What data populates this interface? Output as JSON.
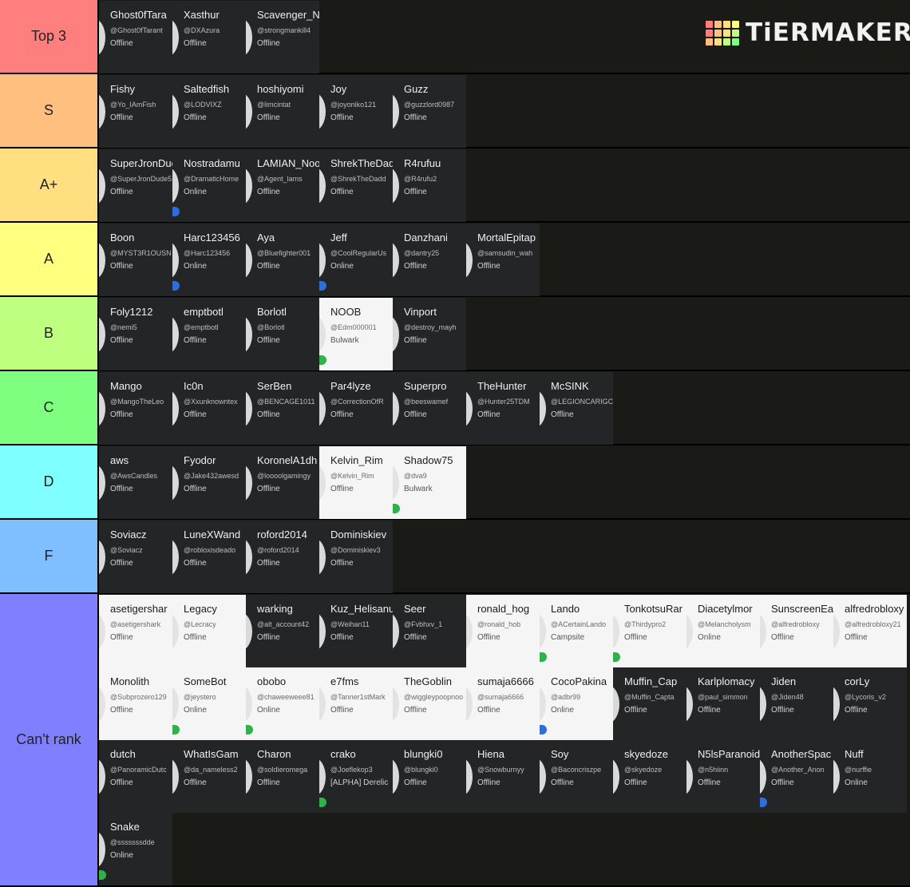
{
  "app": {
    "logo_text": "TiERMAKER",
    "logo_grid_colors": [
      "#ff7f7f",
      "#ffbf7f",
      "#ffdf7f",
      "#ffff7f",
      "#ff7f7f",
      "#ffbf7f",
      "#ffdf7f",
      "#bfff7f",
      "#ffbf7f",
      "#ffdf7f",
      "#bfff7f",
      "#7fff7f"
    ]
  },
  "tiers": [
    {
      "label": "Top 3",
      "color": "#ff7f7f",
      "items": [
        {
          "name": "Ghost0fTara",
          "handle": "@Ghost0fTarant",
          "status": "Offline"
        },
        {
          "name": "Xasthur",
          "handle": "@DXAzura",
          "status": "Offline"
        },
        {
          "name": "Scavenger_N",
          "handle": "@strongmankill4",
          "status": "Offline"
        }
      ]
    },
    {
      "label": "S",
      "color": "#ffbf7f",
      "items": [
        {
          "name": "Fishy",
          "handle": "@Yo_IAmFish",
          "status": "Offline"
        },
        {
          "name": "Saltedfish",
          "handle": "@LODVIXZ",
          "status": "Offline"
        },
        {
          "name": "hoshiyomi",
          "handle": "@limcintat",
          "status": "Offline"
        },
        {
          "name": "Joy",
          "handle": "@joyoniko121",
          "status": "Offline"
        },
        {
          "name": "Guzz",
          "handle": "@guzzlord0987",
          "status": "Offline"
        }
      ]
    },
    {
      "label": "A+",
      "color": "#ffdf7f",
      "items": [
        {
          "name": "SuperJronDud",
          "handle": "@SuperJronDude5",
          "status": "Offline"
        },
        {
          "name": "Nostradamu",
          "handle": "@DramaticHome",
          "status": "Online",
          "dot": "blue"
        },
        {
          "name": "LAMIAN_Noo",
          "handle": "@Agent_lams",
          "status": "Offline"
        },
        {
          "name": "ShrekTheDad",
          "handle": "@ShrekTheDadd",
          "status": "Offline"
        },
        {
          "name": "R4rufuu",
          "handle": "@R4rufu2",
          "status": "Offline"
        }
      ]
    },
    {
      "label": "A",
      "color": "#ffff7f",
      "items": [
        {
          "name": "Boon",
          "handle": "@MYST3R1OUSN",
          "status": "Offline"
        },
        {
          "name": "Harc123456",
          "handle": "@Harc123456",
          "status": "Online",
          "dot": "blue"
        },
        {
          "name": "Aya",
          "handle": "@Bluefighter001",
          "status": "Offline"
        },
        {
          "name": "Jeff",
          "handle": "@CoolRegularUs",
          "status": "Online",
          "dot": "blue"
        },
        {
          "name": "Danzhani",
          "handle": "@dantry25",
          "status": "Offline"
        },
        {
          "name": "MortalEpitap",
          "handle": "@samsudin_wah",
          "status": "Offline"
        }
      ]
    },
    {
      "label": "B",
      "color": "#bfff7f",
      "items": [
        {
          "name": "Foly1212",
          "handle": "@nemi5",
          "status": "Offline"
        },
        {
          "name": "emptbotl",
          "handle": "@emptbotl",
          "status": "Offline"
        },
        {
          "name": "Borlotl",
          "handle": "@Borlotl",
          "status": "Offline"
        },
        {
          "name": "NOOB",
          "handle": "@Edm000001",
          "status": "Bulwark",
          "light": true,
          "dot": "green"
        },
        {
          "name": "Vinport",
          "handle": "@destroy_mayh",
          "status": "Offline"
        }
      ]
    },
    {
      "label": "C",
      "color": "#7fff7f",
      "items": [
        {
          "name": "Mango",
          "handle": "@MangoTheLeo",
          "status": "Offline"
        },
        {
          "name": "Ic0n",
          "handle": "@Xxunknowntex",
          "status": "Offline"
        },
        {
          "name": "SerBen",
          "handle": "@BENCAGE1011",
          "status": "Offline"
        },
        {
          "name": "Par4lyze",
          "handle": "@CorrectionOfR",
          "status": "Offline"
        },
        {
          "name": "Superpro",
          "handle": "@beeswamef",
          "status": "Offline"
        },
        {
          "name": "TheHunter",
          "handle": "@Hunter25TDM",
          "status": "Offline"
        },
        {
          "name": "McSINK",
          "handle": "@LEGIONCARIGC",
          "status": "Offline"
        }
      ]
    },
    {
      "label": "D",
      "color": "#7fffff",
      "items": [
        {
          "name": "aws",
          "handle": "@AwsCandles",
          "status": "Offline"
        },
        {
          "name": "Fyodor",
          "handle": "@Jake432awesd",
          "status": "Offline"
        },
        {
          "name": "KoronelA1dh",
          "handle": "@loooolgamingy",
          "status": "Offline"
        },
        {
          "name": "Kelvin_Rim",
          "handle": "@Kelvin_Rim",
          "status": "Offline",
          "light": true
        },
        {
          "name": "Shadow75",
          "handle": "@dva9",
          "status": "Bulwark",
          "light": true,
          "dot": "green"
        }
      ]
    },
    {
      "label": "F",
      "color": "#7fbfff",
      "items": [
        {
          "name": "Soviacz",
          "handle": "@Soviacz",
          "status": "Offline"
        },
        {
          "name": "LuneXWand",
          "handle": "@robloxisdeado",
          "status": "Offline"
        },
        {
          "name": "roford2014",
          "handle": "@roford2014",
          "status": "Offline"
        },
        {
          "name": "Dominiskiev",
          "handle": "@Dominiskiev3",
          "status": "Offline"
        }
      ]
    },
    {
      "label": "Can't rank",
      "color": "#7f7fff",
      "items": [
        {
          "name": "asetigershar",
          "handle": "@asetigershark",
          "status": "Offline",
          "light": true
        },
        {
          "name": "Legacy",
          "handle": "@Lecracy",
          "status": "Offline",
          "light": true
        },
        {
          "name": "warking",
          "handle": "@alt_account42",
          "status": "Offline"
        },
        {
          "name": "Kuz_Helisanu",
          "handle": "@Weihan11",
          "status": "Offline"
        },
        {
          "name": "Seer",
          "handle": "@Fvbhxv_1",
          "status": "Offline"
        },
        {
          "name": "ronald_hog",
          "handle": "@ronald_hob",
          "status": "Offline",
          "light": true
        },
        {
          "name": "Lando",
          "handle": "@ACertainLando",
          "status": "Campsite",
          "light": true,
          "dot": "green"
        },
        {
          "name": "TonkotsuRar",
          "handle": "@Thirdypro2",
          "status": "Offline",
          "light": true,
          "dot": "green"
        },
        {
          "name": "Diacetylmor",
          "handle": "@Melancholysm",
          "status": "Online",
          "light": true
        },
        {
          "name": "SunscreenEa",
          "handle": "@alfredrobloxy",
          "status": "Offline",
          "light": true
        },
        {
          "name": "alfredrobloxy",
          "handle": "@alfredrobloxy21",
          "status": "Offline",
          "light": true
        },
        {
          "name": "Monolith",
          "handle": "@Subprozero129",
          "status": "Offline",
          "light": true
        },
        {
          "name": "SomeBot",
          "handle": "@jeystero",
          "status": "Online",
          "light": true,
          "dot": "green"
        },
        {
          "name": "obobo",
          "handle": "@chaweeweee81",
          "status": "Online",
          "light": true,
          "dot": "green"
        },
        {
          "name": "e7fms",
          "handle": "@Tanner1stMark",
          "status": "Offline",
          "light": true
        },
        {
          "name": "TheGoblin",
          "handle": "@wiggleypoopnoo",
          "status": "Offline",
          "light": true
        },
        {
          "name": "sumaja6666",
          "handle": "@sumaja6666",
          "status": "Offline",
          "light": true
        },
        {
          "name": "CocoPakina",
          "handle": "@adbr99",
          "status": "Online",
          "light": true,
          "dot": "blue"
        },
        {
          "name": "Muffin_Cap",
          "handle": "@Muffin_Capta",
          "status": "Offline"
        },
        {
          "name": "Karlplomacy",
          "handle": "@paul_simmon",
          "status": "Offline"
        },
        {
          "name": "Jiden",
          "handle": "@Jiden48",
          "status": "Offline"
        },
        {
          "name": "corLy",
          "handle": "@Lycoris_v2",
          "status": "Offline"
        },
        {
          "name": "dutch",
          "handle": "@PanoramicDutc",
          "status": "Offline"
        },
        {
          "name": "WhatIsGam",
          "handle": "@da_nameless2",
          "status": "Offline"
        },
        {
          "name": "Charon",
          "handle": "@soldieromega",
          "status": "Offline"
        },
        {
          "name": "crako",
          "handle": "@Joeflekop3",
          "status": "[ALPHA] Derelic",
          "dot": "green"
        },
        {
          "name": "blungki0",
          "handle": "@blungki0",
          "status": "Offline"
        },
        {
          "name": "Hiena",
          "handle": "@Snowburnyy",
          "status": "Offline"
        },
        {
          "name": "Soy",
          "handle": "@Baconcriszpe",
          "status": "Offline"
        },
        {
          "name": "skyedoze",
          "handle": "@skyedoze",
          "status": "Offline"
        },
        {
          "name": "N5lsParanoid",
          "handle": "@n5hiinn",
          "status": "Offline"
        },
        {
          "name": "AnotherSpac",
          "handle": "@Another_Anon",
          "status": "Offline",
          "dot": "blue"
        },
        {
          "name": "Nuff",
          "handle": "@nurffie",
          "status": "Online"
        },
        {
          "name": "Snake",
          "handle": "@sssssssdde",
          "status": "Online",
          "dot": "green"
        }
      ]
    }
  ]
}
